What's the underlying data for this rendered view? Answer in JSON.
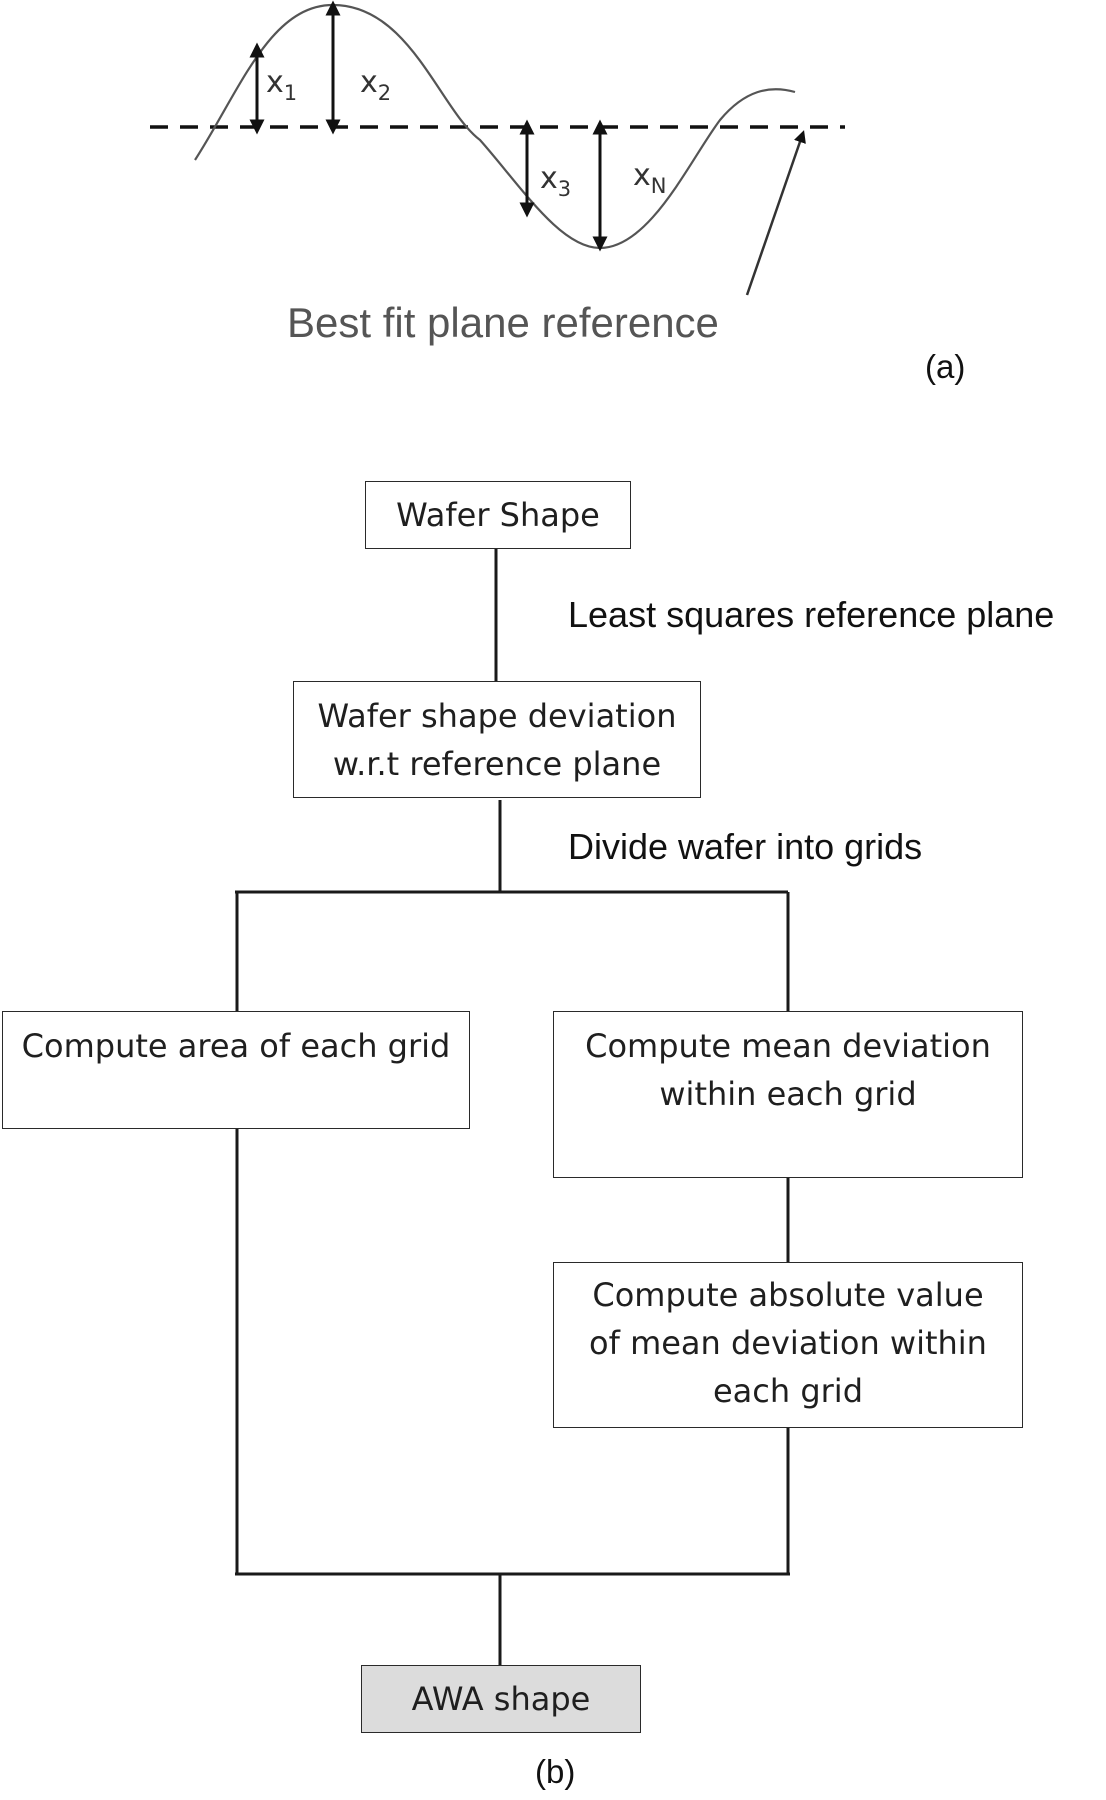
{
  "panel_a": {
    "label": "(a)",
    "caption": "Best fit plane reference",
    "markers": [
      {
        "base": "x",
        "sub": "1"
      },
      {
        "base": "x",
        "sub": "2"
      },
      {
        "base": "x",
        "sub": "3"
      },
      {
        "base": "x",
        "sub": "N"
      }
    ]
  },
  "panel_b": {
    "label": "(b)",
    "nodes": {
      "wafer_shape": [
        "Wafer Shape"
      ],
      "deviation": [
        "Wafer shape deviation",
        "w.r.t reference plane"
      ],
      "area": [
        "Compute area of each grid"
      ],
      "mean": [
        "Compute mean deviation",
        "within each grid"
      ],
      "absolute": [
        "Compute absolute value",
        "of mean deviation within",
        "each grid"
      ],
      "awa": [
        "AWA shape"
      ]
    },
    "edge_labels": {
      "least_squares": "Least squares reference plane",
      "divide": "Divide wafer into grids"
    }
  },
  "colors": {
    "line": "#1a1a1a",
    "final_fill": "#dcdcdc"
  }
}
